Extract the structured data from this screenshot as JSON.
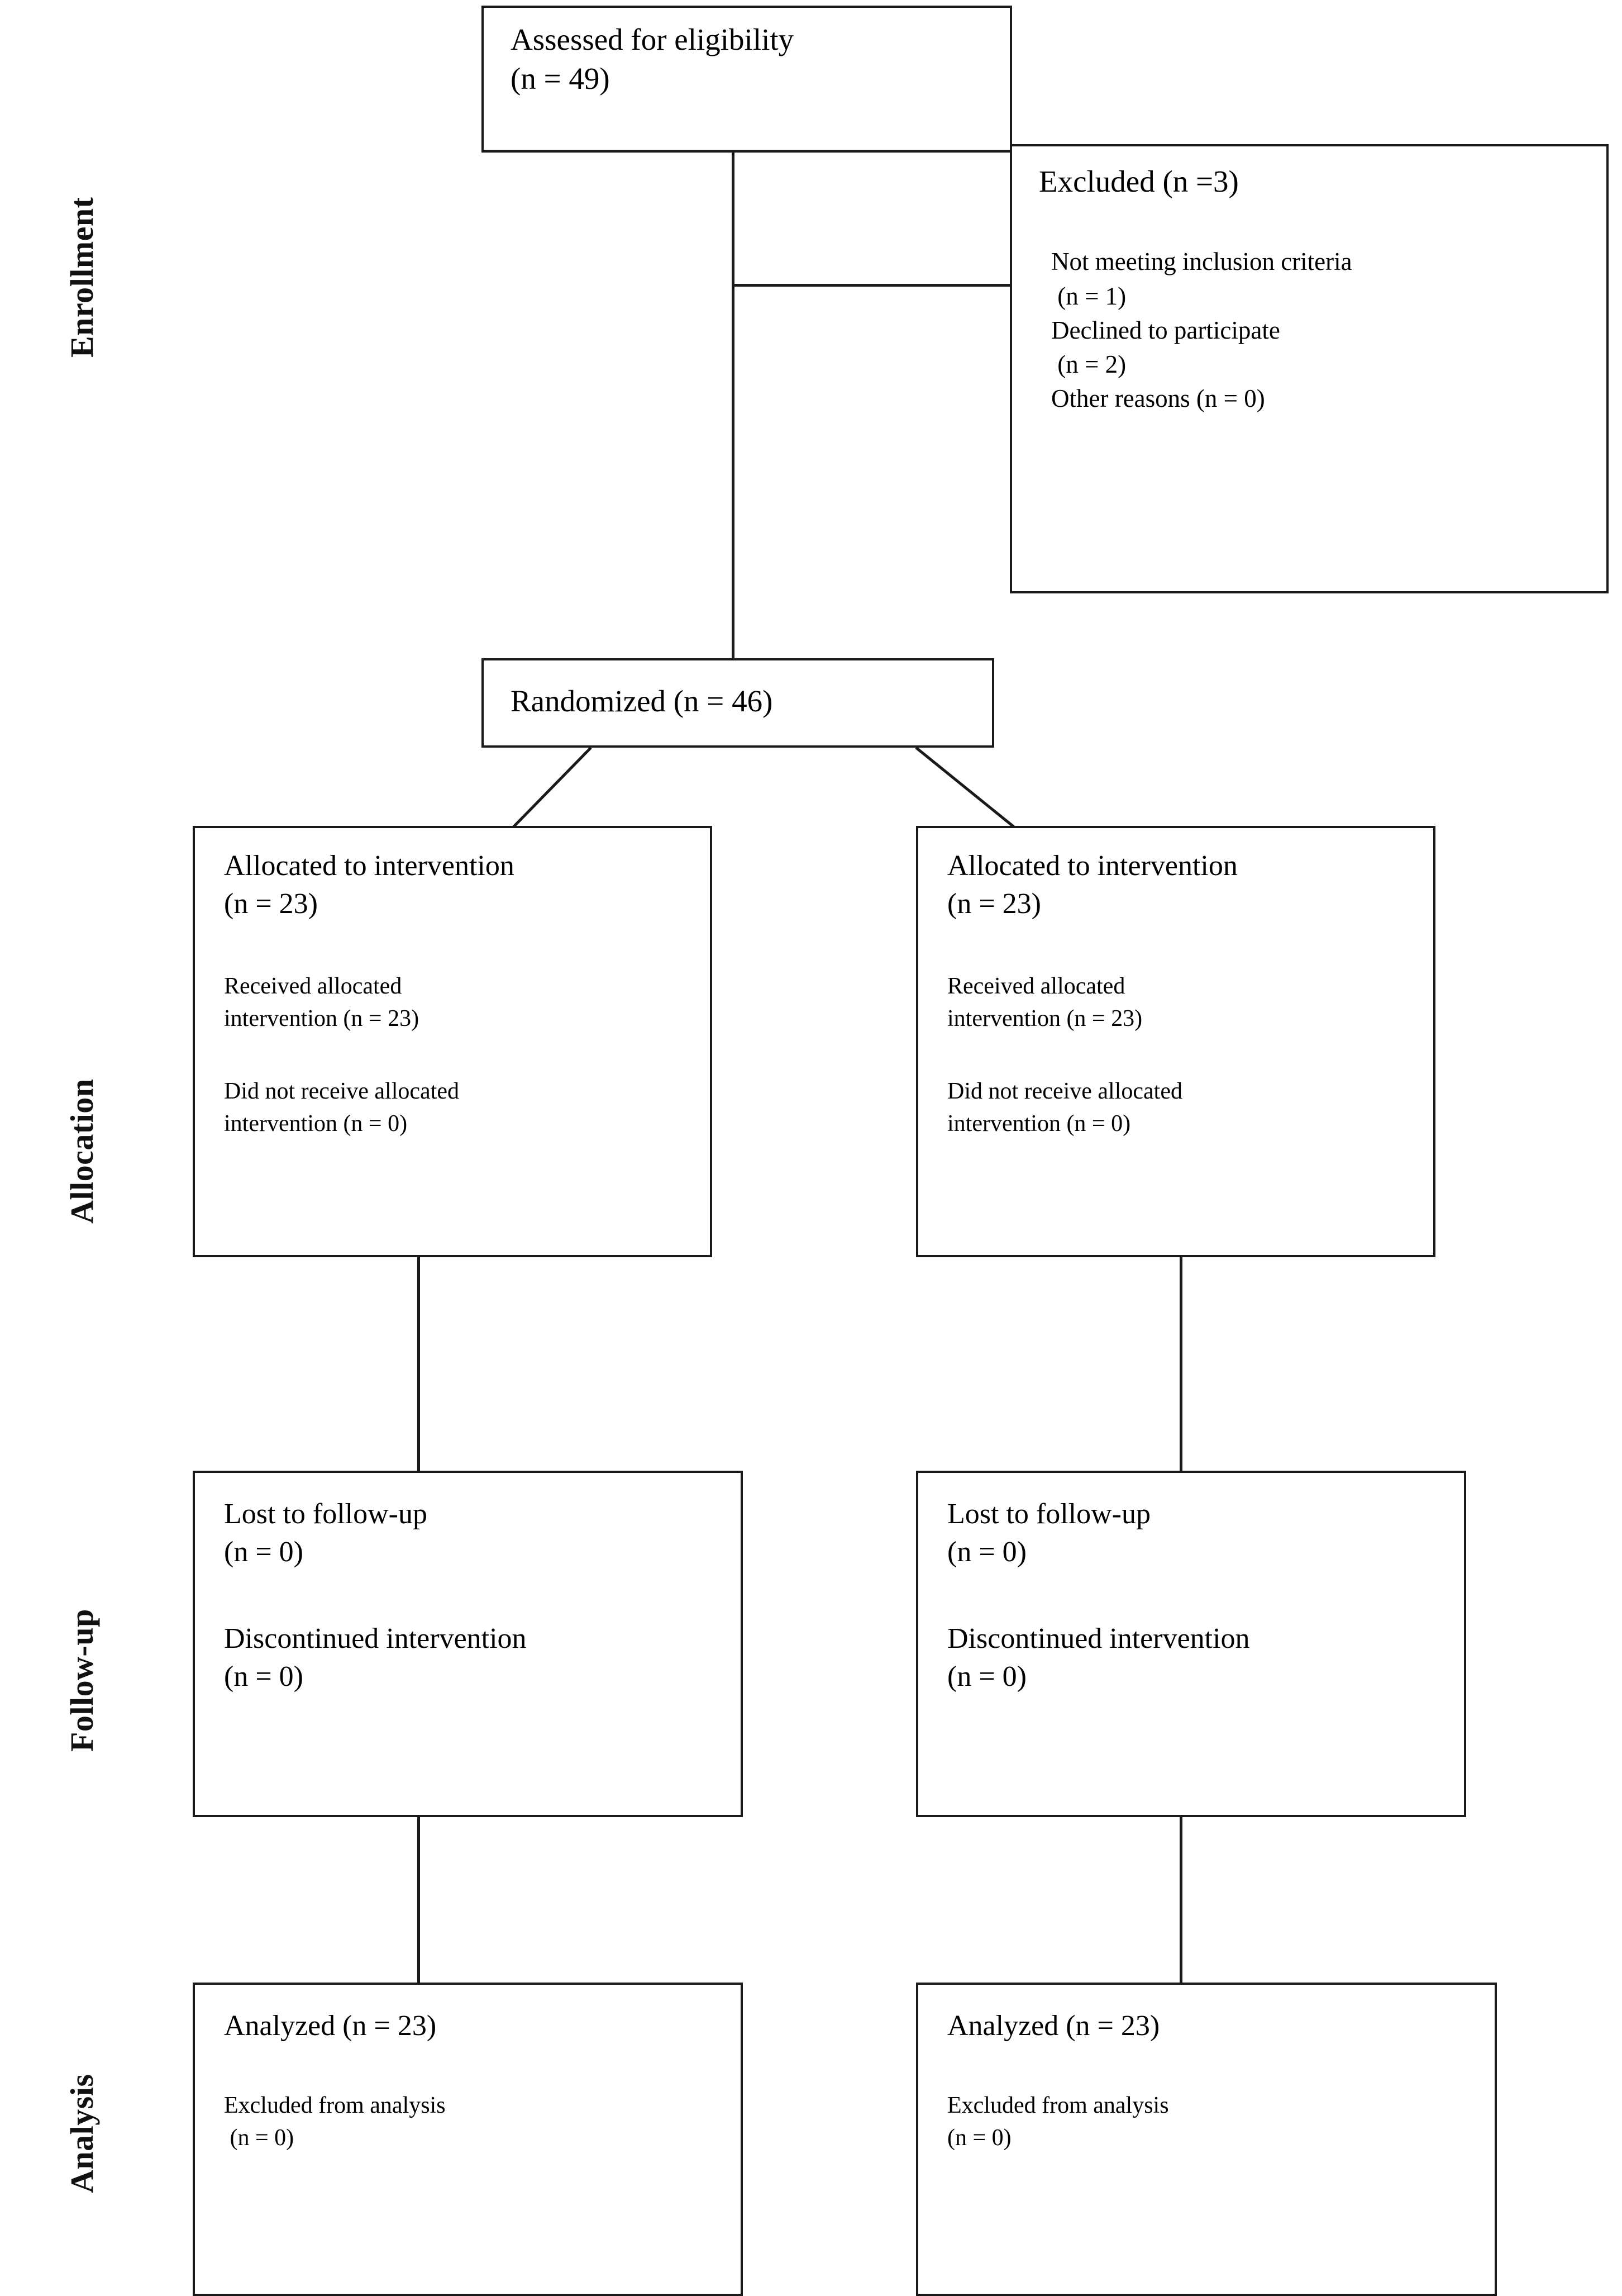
{
  "diagram": {
    "title": "CONSORT participant flow diagram",
    "line_color": "#1a1a1a",
    "background": "#ffffff"
  },
  "stages": [
    {
      "id": "enrollment",
      "label": "Enrollment"
    },
    {
      "id": "allocation",
      "label": "Allocation"
    },
    {
      "id": "followup",
      "label": "Follow-up"
    },
    {
      "id": "analysis",
      "label": "Analysis"
    }
  ],
  "nodes": {
    "assessed": {
      "title": "Assessed for eligibility",
      "count_line": "(n = 49)"
    },
    "excluded": {
      "heading": "Excluded (n =3)",
      "reasons": [
        {
          "label": "Not meeting inclusion criteria",
          "count": " (n = 1)"
        },
        {
          "label": "Declined to participate",
          "count": " (n = 2)"
        },
        {
          "label": "Other reasons (n = 0)",
          "count": ""
        }
      ]
    },
    "randomized": {
      "text": "Randomized (n = 46)"
    },
    "allocated_left": {
      "title": "Allocated to intervention",
      "count_line": "(n = 23)",
      "received_l1": "Received allocated",
      "received_l2": "intervention (n = 23)",
      "notreceived_l1": "Did not receive allocated",
      "notreceived_l2": "intervention (n = 0)"
    },
    "allocated_right": {
      "title": "Allocated to intervention",
      "count_line": "(n = 23)",
      "received_l1": "Received allocated",
      "received_l2": "intervention (n = 23)",
      "notreceived_l1": "Did not receive allocated",
      "notreceived_l2": "intervention (n = 0)"
    },
    "followup_left": {
      "lost_l1": "Lost to follow-up",
      "lost_l2": "(n = 0)",
      "disc_l1": "Discontinued intervention",
      "disc_l2": "(n = 0)"
    },
    "followup_right": {
      "lost_l1": "Lost to follow-up",
      "lost_l2": "(n = 0)",
      "disc_l1": "Discontinued intervention",
      "disc_l2": "(n = 0)"
    },
    "analysis_left": {
      "analyzed": "Analyzed (n = 23)",
      "excluded_l1": "Excluded from analysis",
      "excluded_l2": " (n = 0)"
    },
    "analysis_right": {
      "analyzed": "Analyzed (n = 23)",
      "excluded_l1": "Excluded from analysis",
      "excluded_l2": "(n = 0)"
    }
  },
  "flow_data": {
    "type": "flowchart",
    "assessed_for_eligibility": 49,
    "excluded_total": 3,
    "excluded_breakdown": {
      "not_meeting_inclusion_criteria": 1,
      "declined_to_participate": 2,
      "other_reasons": 0
    },
    "randomized": 46,
    "arms": [
      {
        "arm": "left",
        "allocated": 23,
        "received_allocated_intervention": 23,
        "did_not_receive_allocated_intervention": 0,
        "lost_to_follow_up": 0,
        "discontinued_intervention": 0,
        "analyzed": 23,
        "excluded_from_analysis": 0
      },
      {
        "arm": "right",
        "allocated": 23,
        "received_allocated_intervention": 23,
        "did_not_receive_allocated_intervention": 0,
        "lost_to_follow_up": 0,
        "discontinued_intervention": 0,
        "analyzed": 23,
        "excluded_from_analysis": 0
      }
    ]
  }
}
